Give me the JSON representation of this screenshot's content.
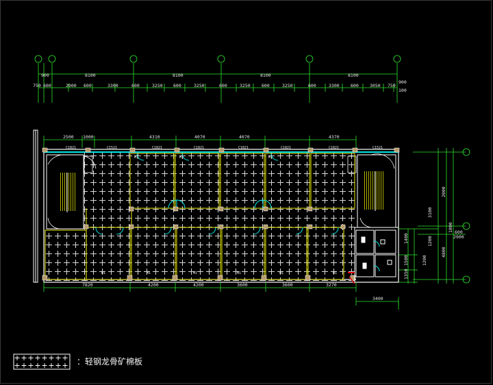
{
  "top_dims": {
    "row1": [
      "900",
      "8100",
      "8100",
      "8100",
      "8100"
    ],
    "row2": [
      "750",
      "600",
      "2900",
      "600",
      "3300",
      "600",
      "3250",
      "600",
      "3250",
      "600",
      "3250",
      "600",
      "3250",
      "600",
      "3300",
      "600",
      "3050",
      "750"
    ],
    "right_values": [
      "900",
      "100"
    ]
  },
  "room_dims_top": [
    "2500",
    "1000",
    "4310",
    "4070",
    "4070",
    "4370"
  ],
  "bottom_dims": [
    "7820",
    "4200",
    "4200",
    "3600",
    "3600",
    "3270"
  ],
  "toilet_width": "3400",
  "right_dims": [
    "2000",
    "3100",
    "1800",
    "600",
    "1200",
    "2900",
    "4800",
    "1400",
    "1200",
    "1500",
    "1350"
  ],
  "window_tags": [
    "C1821",
    "C1521",
    "C1821",
    "C1821",
    "C1821",
    "C1821",
    "C1821",
    "C1521"
  ],
  "door_tags": [
    "M1",
    "M1",
    "M1",
    "M1",
    "M1",
    "M1",
    "M1",
    "M1",
    "M1"
  ],
  "legend": {
    "label": "：轻钢龙骨矿棉板"
  }
}
